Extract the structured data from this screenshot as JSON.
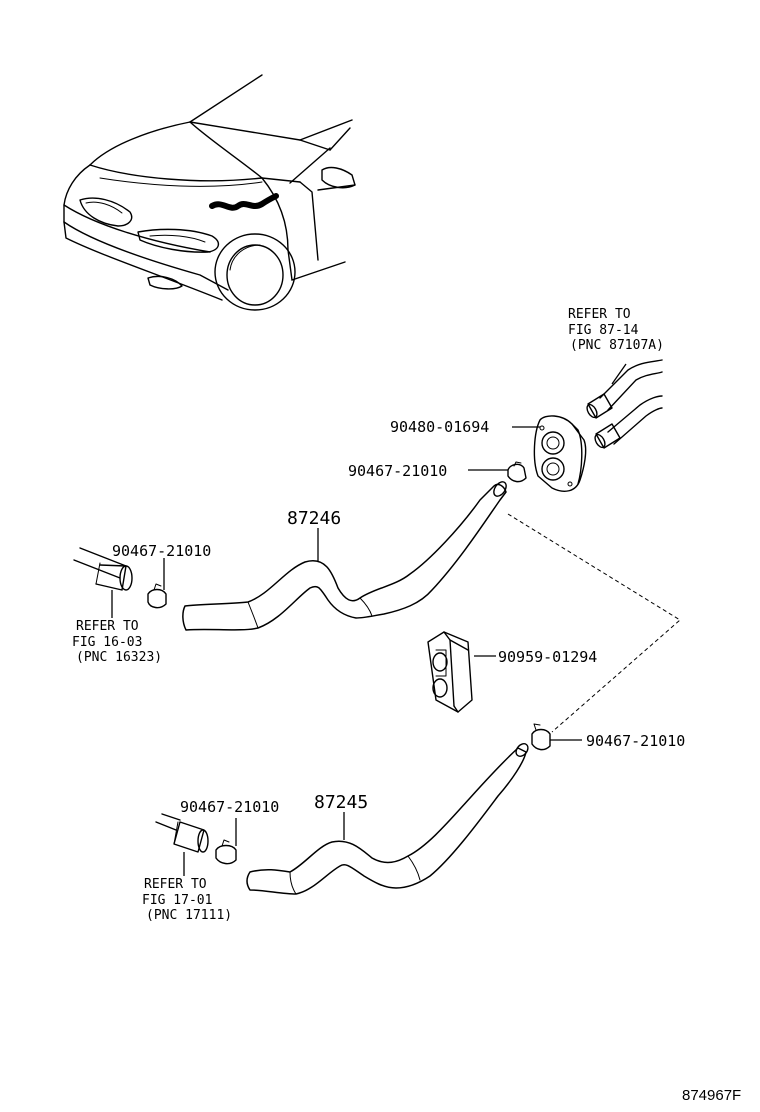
{
  "callouts": {
    "grommet_top": "90480-01694",
    "clip_top": "90467-21010",
    "hose_upper": "87246",
    "clip_upper_left": "90467-21010",
    "grommet_mid": "90959-01294",
    "clip_mid_right": "90467-21010",
    "hose_lower": "87245",
    "clip_lower_left": "90467-21010"
  },
  "refs": {
    "top_right": {
      "line1": "REFER TO",
      "line2": "FIG 87-14",
      "line3": "(PNC 87107A)"
    },
    "upper_left": {
      "line1": "REFER TO",
      "line2": "FIG 16-03",
      "line3": "(PNC 16323)"
    },
    "lower_left": {
      "line1": "REFER TO",
      "line2": "FIG 17-01",
      "line3": "(PNC 17111)"
    }
  },
  "figure_id": "874967F"
}
